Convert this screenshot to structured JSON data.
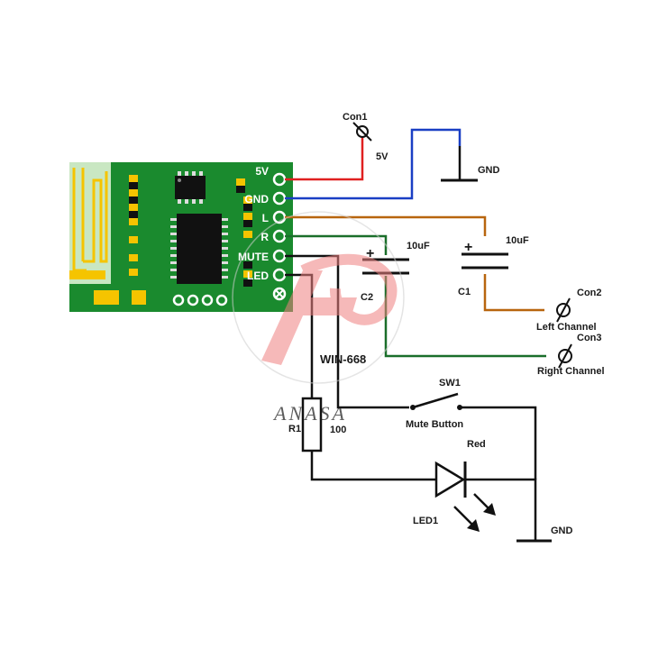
{
  "module": {
    "pins": [
      "5V",
      "GND",
      "L",
      "R",
      "MUTE",
      "LED"
    ],
    "part_label": "WIN-668"
  },
  "connectors": {
    "con1": {
      "ref": "Con1",
      "value": "5V"
    },
    "con2": {
      "ref": "Con2",
      "desc": "Left Channel"
    },
    "con3": {
      "ref": "Con3",
      "desc": "Right Channel"
    }
  },
  "gnd_labels": [
    "GND",
    "GND"
  ],
  "capacitors": {
    "c1": {
      "ref": "C1",
      "value": "10uF",
      "polarity": "+"
    },
    "c2": {
      "ref": "C2",
      "value": "10uF",
      "polarity": "+"
    }
  },
  "resistor": {
    "ref": "R1",
    "value": "100"
  },
  "switch": {
    "ref": "SW1",
    "desc": "Mute Button"
  },
  "led": {
    "ref": "LED1",
    "color": "Red"
  },
  "watermark": {
    "text": "ANASA"
  },
  "colors": {
    "board": "#1a8a2e",
    "wire_red": "#e02020",
    "wire_blue": "#1a3fc4",
    "wire_orange": "#b8650e",
    "wire_green": "#1a6e2a",
    "wire_black": "#111111",
    "pad_yellow": "#f5c400",
    "watermark": "#f08080"
  }
}
